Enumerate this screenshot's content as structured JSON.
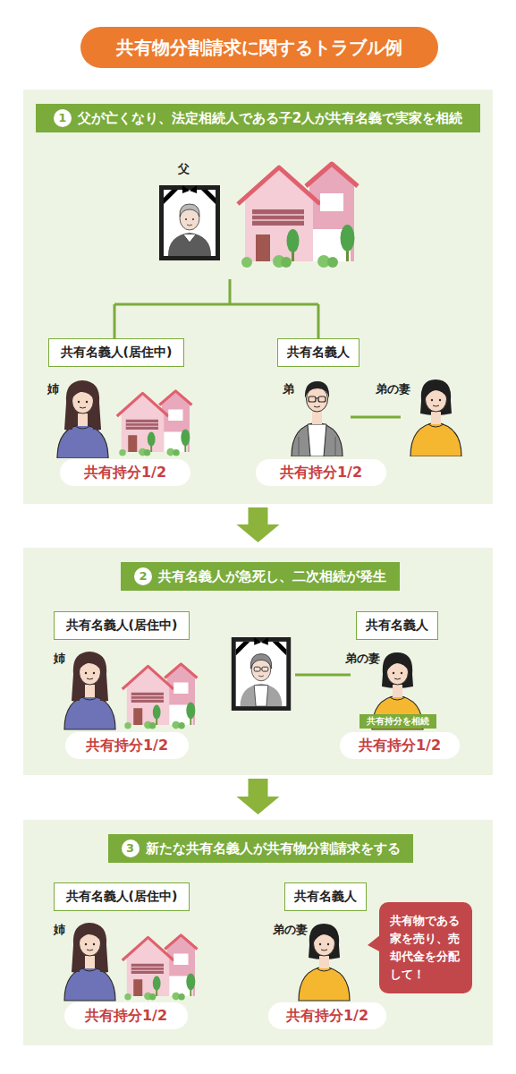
{
  "diagram": {
    "title": "共有物分割請求に関するトラブル例",
    "nodes": [
      {
        "text": [
          "1",
          "父が亡くなり、法定相続人である子2人が共有名義で実家を相続"
        ]
      },
      {
        "text": [
          "共有名義人(居住中)"
        ],
        "in": 0
      },
      {
        "text": [
          "共有名義人"
        ],
        "in": 0
      },
      {
        "text": [
          "共有持分1/2"
        ],
        "in": 0
      },
      {
        "text": [
          "共有持分1/2"
        ],
        "in": 0
      },
      {
        "text": [
          "2",
          "共有名義人が急死し、二次相続が発生"
        ]
      },
      {
        "text": [
          "共有名義人(居住中)"
        ],
        "in": 5
      },
      {
        "text": [
          "共有名義人"
        ],
        "in": 5
      },
      {
        "text": [
          "共有持分1/2"
        ],
        "in": 5
      },
      {
        "text": [
          "共有持分を相続"
        ],
        "in": 5
      },
      {
        "text": [
          "共有持分1/2"
        ],
        "in": 5
      },
      {
        "text": [
          "3",
          "新たな共有名義人が共有物分割請求をする"
        ]
      },
      {
        "text": [
          "共有名義人(居住中)"
        ],
        "in": 11
      },
      {
        "text": [
          "共有名義人"
        ],
        "in": 11
      },
      {
        "text": [
          "共有持分1/2"
        ],
        "in": 11
      },
      {
        "text": [
          "共有持分1/2"
        ],
        "in": 11
      },
      {
        "text": [
          "共有物である家を売り、売却代金を分配して！"
        ],
        "in": 11
      }
    ],
    "edges": [
      {
        "from": 0,
        "to": 5,
        "arrow": "to"
      },
      {
        "from": 5,
        "to": 11,
        "arrow": "to"
      }
    ],
    "labels": [
      "父",
      "姉",
      "弟",
      "弟の妻",
      "姉",
      "弟の妻",
      "姉",
      "弟の妻"
    ]
  }
}
